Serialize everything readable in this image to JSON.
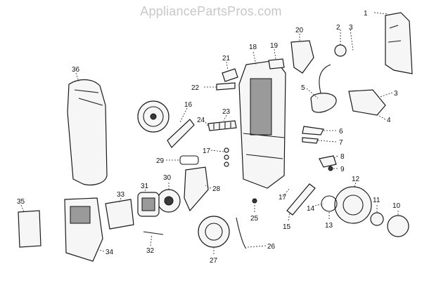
{
  "watermark": "AppliancePartsPros.com",
  "callouts": [
    "1",
    "2",
    "3",
    "3",
    "4",
    "5",
    "6",
    "7",
    "8",
    "9",
    "10",
    "11",
    "12",
    "13",
    "14",
    "15",
    "16",
    "17",
    "17",
    "18",
    "19",
    "20",
    "21",
    "22",
    "23",
    "24",
    "25",
    "26",
    "27",
    "28",
    "29",
    "30",
    "31",
    "32",
    "33",
    "34",
    "35",
    "36"
  ]
}
